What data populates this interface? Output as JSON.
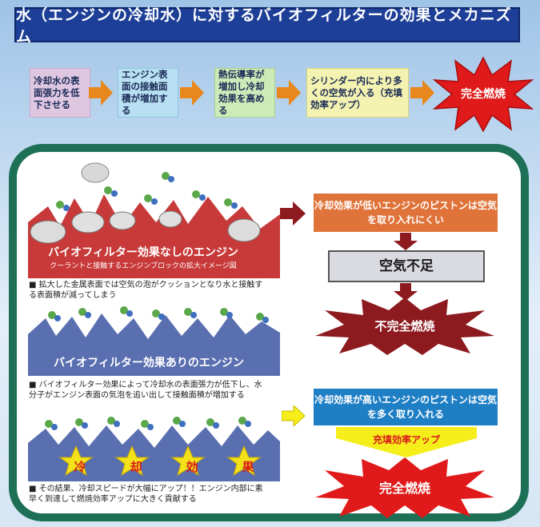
{
  "title": "水（エンジンの冷却水）に対するバイオフィルターの効果とメカニズム",
  "steps": [
    {
      "text": "冷却水の表面張力を低下させる"
    },
    {
      "text": "エンジン表面の接触面積が増加する"
    },
    {
      "text": "熱伝導率が増加し冷却効果を高める"
    },
    {
      "text": "シリンダー内により多くの空気が入る（充填効率アップ）"
    }
  ],
  "final_top": "完全燃焼",
  "scene1": {
    "label": "バイオフィルター効果なしのエンジン",
    "sublabel": "クーラントと接触するエンジンブロックの拡大イメージ図",
    "caption": "■ 拡大した金属表面では空気の泡がクッションとなり水と接触する表面積が減ってしまう"
  },
  "scene2": {
    "label": "バイオフィルター効果ありのエンジン",
    "caption": "■ バイオフィルター効果によって冷却水の表面張力が低下し、水分子がエンジン表面の気泡を追い出して接触面積が増加する"
  },
  "scene3": {
    "stars": [
      "冷",
      "却",
      "効",
      "果"
    ],
    "caption": "■ その結果、冷却スピードが大幅にアップ！！エンジン内部に素早く到達して燃焼効率アップに大きく貢献する"
  },
  "right": {
    "low_cooling": "冷却効果が低いエンジンのピストンは空気を取り入れにくい",
    "air_shortage": "空気不足",
    "incomplete": "不完全燃焼",
    "high_cooling": "冷却効果が高いエンジンのピストンは空気を多く取り入れる",
    "efficiency_up": "充填効率アップ",
    "complete": "完全燃焼"
  },
  "colors": {
    "title_bg": "#1d3f97",
    "burst_red": "#e01a1a",
    "burst_dark": "#8c1a1f",
    "low_box": "#e0733a",
    "high_box": "#1f7fc5",
    "panel_border": "#1d6f55",
    "efficiency_arrow": "#f5ee1a"
  }
}
